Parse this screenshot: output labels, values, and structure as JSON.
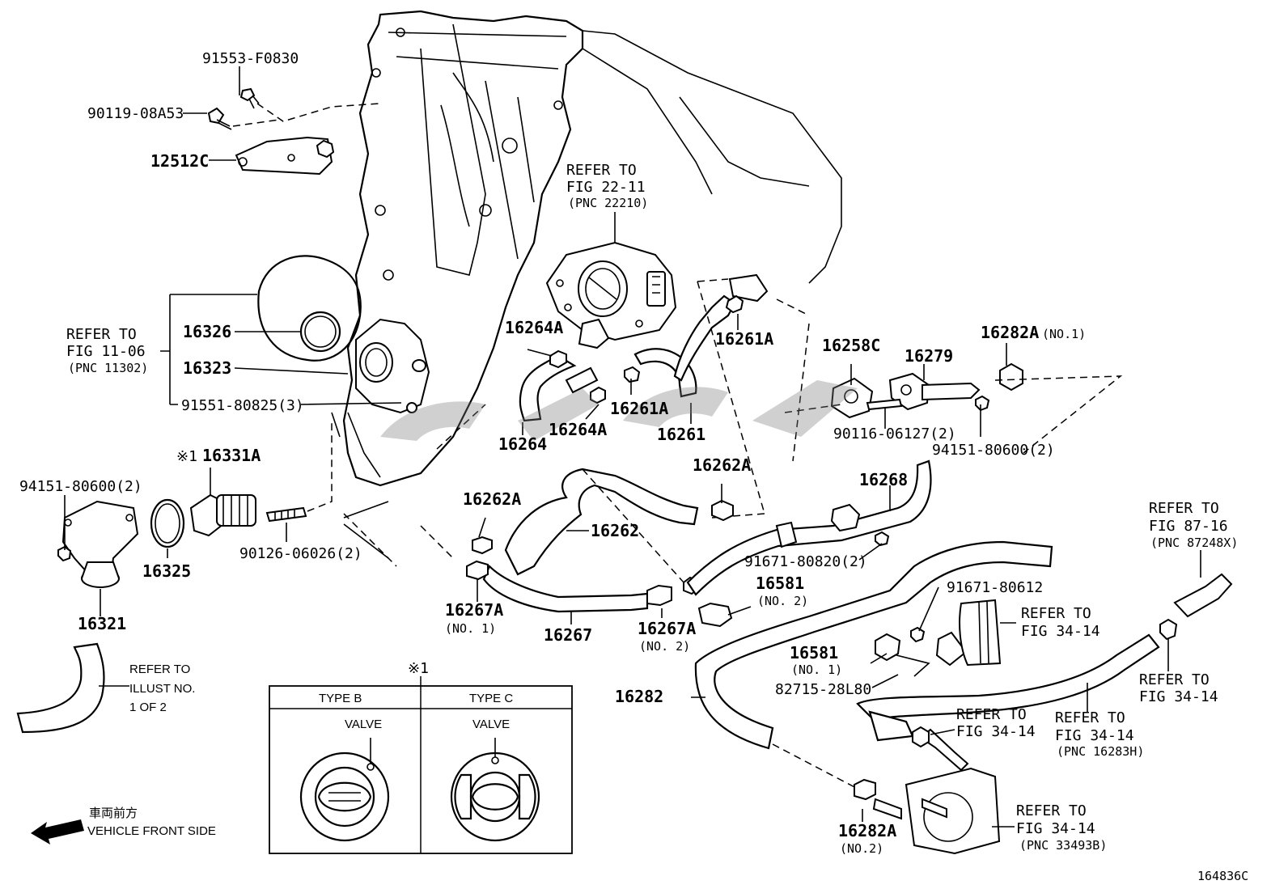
{
  "diagram": {
    "figure_code": "164836C",
    "parts": {
      "p91553": "91553-F0830",
      "p90119": "90119-08A53",
      "p12512C": "12512C",
      "p16326": "16326",
      "p16323": "16323",
      "p91551": "91551-80825(3)",
      "p94151_left": "94151-80600(2)",
      "p16331A": "16331A",
      "p16331A_mark": "※1",
      "p16325": "16325",
      "p90126": "90126-06026(2)",
      "p16321": "16321",
      "p16264A_top": "16264A",
      "p16264A_bot": "16264A",
      "p16264": "16264",
      "p16261A_top": "16261A",
      "p16261A_bot": "16261A",
      "p16261": "16261",
      "p16262A_right": "16262A",
      "p16262A_left": "16262A",
      "p16262": "16262",
      "p16267A_no1": "16267A",
      "p16267A_no1_note": "(NO. 1)",
      "p16267": "16267",
      "p16267A_no2": "16267A",
      "p16267A_no2_note": "(NO. 2)",
      "p16258C": "16258C",
      "p16279": "16279",
      "p16282A_no1": "16282A",
      "p16282A_no1_note": "(NO.1)",
      "p90116": "90116-06127(2)",
      "p94151_right": "94151-80600(2)",
      "p16268": "16268",
      "p91671_80820": "91671-80820(2)",
      "p16581_no2": "16581",
      "p16581_no2_note": "(NO. 2)",
      "p91671_80612": "91671-80612",
      "p16581_no1": "16581",
      "p16581_no1_note": "(NO. 1)",
      "p82715": "82715-28L80",
      "p16282": "16282",
      "p16282A_no2": "16282A",
      "p16282A_no2_note": "(NO.2)"
    },
    "refs": {
      "fig22": [
        "REFER TO",
        "FIG 22-11",
        "(PNC 22210)"
      ],
      "fig11": [
        "REFER TO",
        "FIG 11-06",
        "(PNC 11302)"
      ],
      "fig87": [
        "REFER TO",
        "FIG 87-16",
        "(PNC 87248X)"
      ],
      "fig34_a": [
        "REFER TO",
        "FIG 34-14"
      ],
      "fig34_b": [
        "REFER TO",
        "FIG 34-14"
      ],
      "fig34_c": [
        "REFER TO",
        "FIG 34-14"
      ],
      "fig34_d": [
        "REFER TO",
        "FIG 34-14",
        "(PNC 16283H)"
      ],
      "fig34_e": [
        "REFER TO",
        "FIG 34-14",
        "(PNC 33493B)"
      ],
      "illust": [
        "REFER TO",
        "ILLUST NO.",
        "1 OF 2"
      ]
    },
    "type_table": {
      "mark": "※1",
      "type_b": "TYPE B",
      "type_c": "TYPE C",
      "valve_b": "VALVE",
      "valve_c": "VALVE"
    },
    "front": {
      "jp": "車両前方",
      "en": "VEHICLE FRONT SIDE"
    }
  }
}
